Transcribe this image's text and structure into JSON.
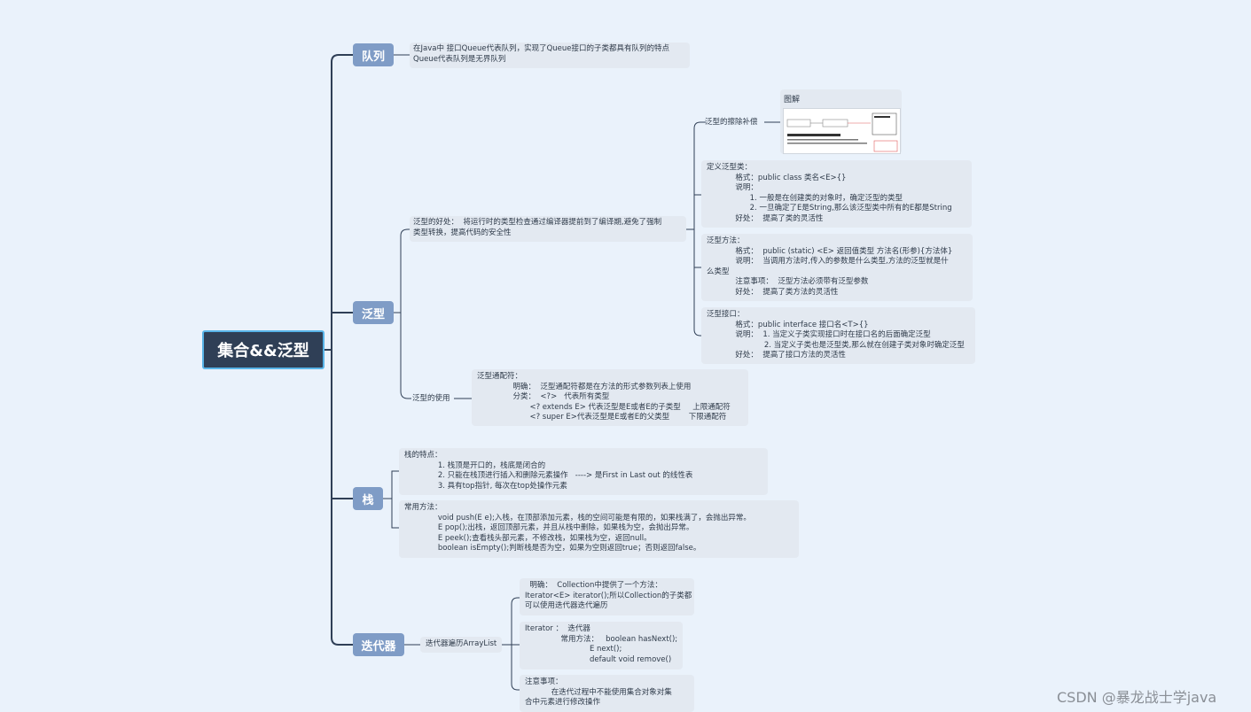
{
  "root": {
    "label": "集合&&泛型"
  },
  "queue": {
    "tag": "队列",
    "lines": [
      "在Java中 接口Queue代表队列，实现了Queue接口的子类都具有队列的特点",
      "Queue代表队列是无界队列"
    ]
  },
  "generic": {
    "tag": "泛型",
    "benefit": [
      "泛型的好处：  将运行时的类型检查通过编译器提前到了编译期,避免了强制",
      "类型转换，提高代码的安全性"
    ],
    "erasure": {
      "label": "泛型的擦除补偿",
      "image_title": "图解"
    },
    "class_box": [
      "定义泛型类：",
      "            格式：public class 类名<E>{}",
      "            说明：",
      "                  1. 一般是在创建类的对象时，确定泛型的类型",
      "                  2. 一旦确定了E是String,那么该泛型类中所有的E都是String",
      "            好处：  提高了类的灵活性"
    ],
    "method_box": [
      "泛型方法：",
      "            格式：  public (static) <E> 返回值类型 方法名(形参){方法体}",
      "            说明：  当调用方法时,传入的参数是什么类型,方法的泛型就是什",
      "么类型",
      "            注意事项：  泛型方法必须带有泛型参数",
      "            好处：  提高了类方法的灵活性"
    ],
    "interface_box": [
      "泛型接口：",
      "            格式：public interface 接口名<T>{}",
      "            说明：  1. 当定义子类实现接口时在接口名的后面确定泛型",
      "                        2. 当定义子类也是泛型类,那么就在创建子类对象时确定泛型",
      "            好处：  提高了接口方法的灵活性"
    ],
    "usage_label": "泛型的使用",
    "wildcard_box": [
      "泛型通配符：",
      "               明确：  泛型通配符都是在方法的形式参数列表上使用",
      "               分类：  <?>   代表所有类型",
      "                      <? extends E> 代表泛型是E或者E的子类型     上限通配符",
      "                      <? super E>代表泛型是E或者E的父类型        下限通配符"
    ]
  },
  "stack": {
    "tag": "栈",
    "features": [
      "栈的特点：",
      "              1. 栈顶是开口的，栈底是闭合的",
      "              2. 只能在栈顶进行插入和删除元素操作   ----> 是First in Last out 的线性表",
      "              3. 具有top指针, 每次在top处操作元素"
    ],
    "methods": [
      "常用方法：",
      "              void push(E e);入栈，在顶部添加元素，栈的空间可能是有限的，如果栈满了，会抛出异常。",
      "              E pop();出栈，返回顶部元素，并且从栈中删除，如果栈为空，会抛出异常。",
      "              E peek();查看栈头部元素，不修改栈，如果栈为空，返回null。",
      "              boolean isEmpty();判断栈是否为空，如果为空则返回true；否则返回false。"
    ]
  },
  "iterator": {
    "tag": "迭代器",
    "label": "迭代器遍历ArrayList",
    "box1": [
      "  明确：  Collection中提供了一个方法：",
      "Iterator<E> iterator();所以Collection的子类都",
      "可以使用迭代器迭代遍历"
    ],
    "box2": [
      "Iterator ：  迭代器",
      "               常用方法：   boolean hasNext();",
      "                           E next();",
      "                           default void remove()"
    ],
    "box3": [
      "注意事项：",
      "           在迭代过程中不能使用集合对象对集",
      "合中元素进行修改操作"
    ]
  },
  "watermark": "CSDN @暴龙战士学java"
}
